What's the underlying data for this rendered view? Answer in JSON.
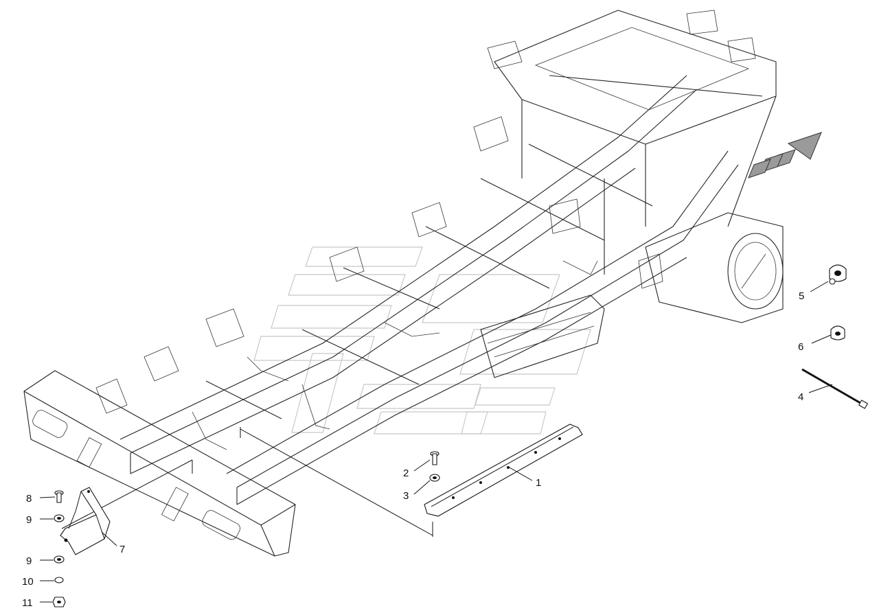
{
  "diagram": {
    "callouts": {
      "c1": "1",
      "c2": "2",
      "c3": "3",
      "c4": "4",
      "c5": "5",
      "c6": "6",
      "c7": "7",
      "c8": "8",
      "c9a": "9",
      "c9b": "9",
      "c10": "10",
      "c11": "11"
    },
    "direction_arrow_color": "#888888",
    "line_color": "#222222",
    "watermark_color": "#bdbdbd"
  }
}
